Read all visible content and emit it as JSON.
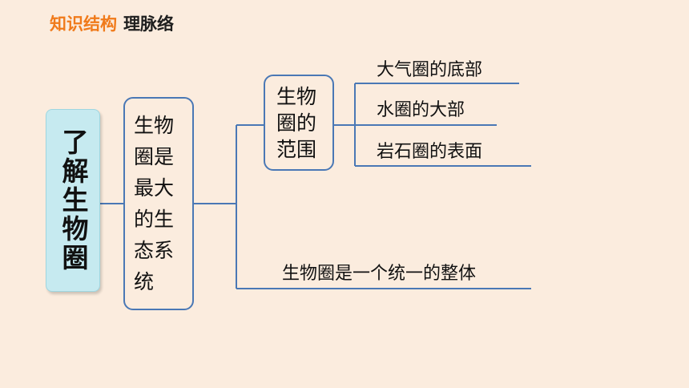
{
  "header": {
    "accent": "知识结构",
    "title": "理脉络"
  },
  "root": {
    "label": "了解生物圈"
  },
  "main": {
    "label": "生物圈是最大的生态系统"
  },
  "range": {
    "label": "生物圈的范围",
    "items": [
      "大气圈的底部",
      "水圈的大部",
      "岩石圈的表面"
    ]
  },
  "unity": {
    "label": "生物圈是一个统一的整体"
  },
  "colors": {
    "background": "#fbecde",
    "accent": "#f07a1a",
    "line": "#4a78b5",
    "root_fill": "#c6eaf0"
  }
}
